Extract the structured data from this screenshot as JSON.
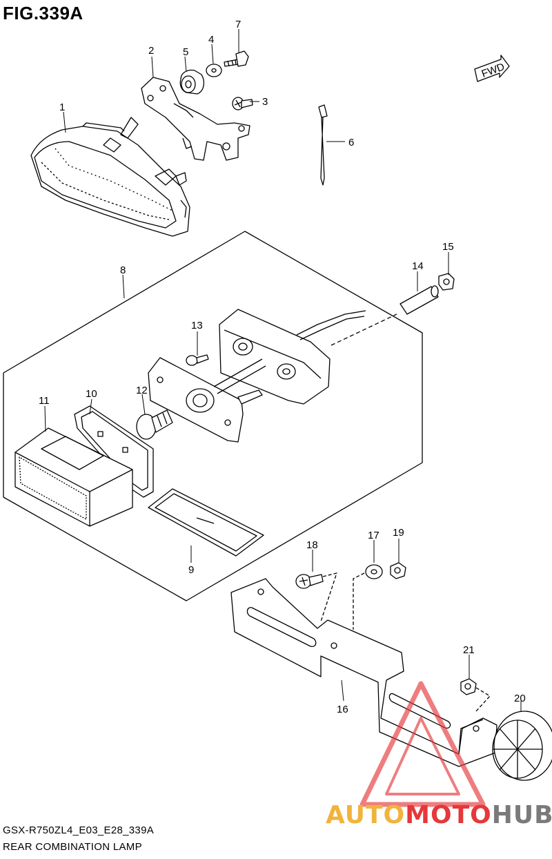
{
  "figure": {
    "title": "FIG.339A",
    "caption_code": "GSX-R750ZL4_E03_E28_339A",
    "caption_name": "REAR COMBINATION LAMP",
    "fwd_label": "FWD"
  },
  "callouts": [
    {
      "id": "1"
    },
    {
      "id": "2"
    },
    {
      "id": "3"
    },
    {
      "id": "4"
    },
    {
      "id": "5"
    },
    {
      "id": "6"
    },
    {
      "id": "7"
    },
    {
      "id": "8"
    },
    {
      "id": "9"
    },
    {
      "id": "10"
    },
    {
      "id": "11"
    },
    {
      "id": "12"
    },
    {
      "id": "13"
    },
    {
      "id": "14"
    },
    {
      "id": "15"
    },
    {
      "id": "16"
    },
    {
      "id": "17"
    },
    {
      "id": "18"
    },
    {
      "id": "19"
    },
    {
      "id": "20"
    },
    {
      "id": "21"
    }
  ],
  "watermark": {
    "part1": "AUTO",
    "part2": "MOTO",
    "part3": "HUB",
    "colors": {
      "part1": "#f0b43c",
      "part2": "#e5383b",
      "part3": "#7a7a7a",
      "triangle": "#e5383b"
    }
  }
}
